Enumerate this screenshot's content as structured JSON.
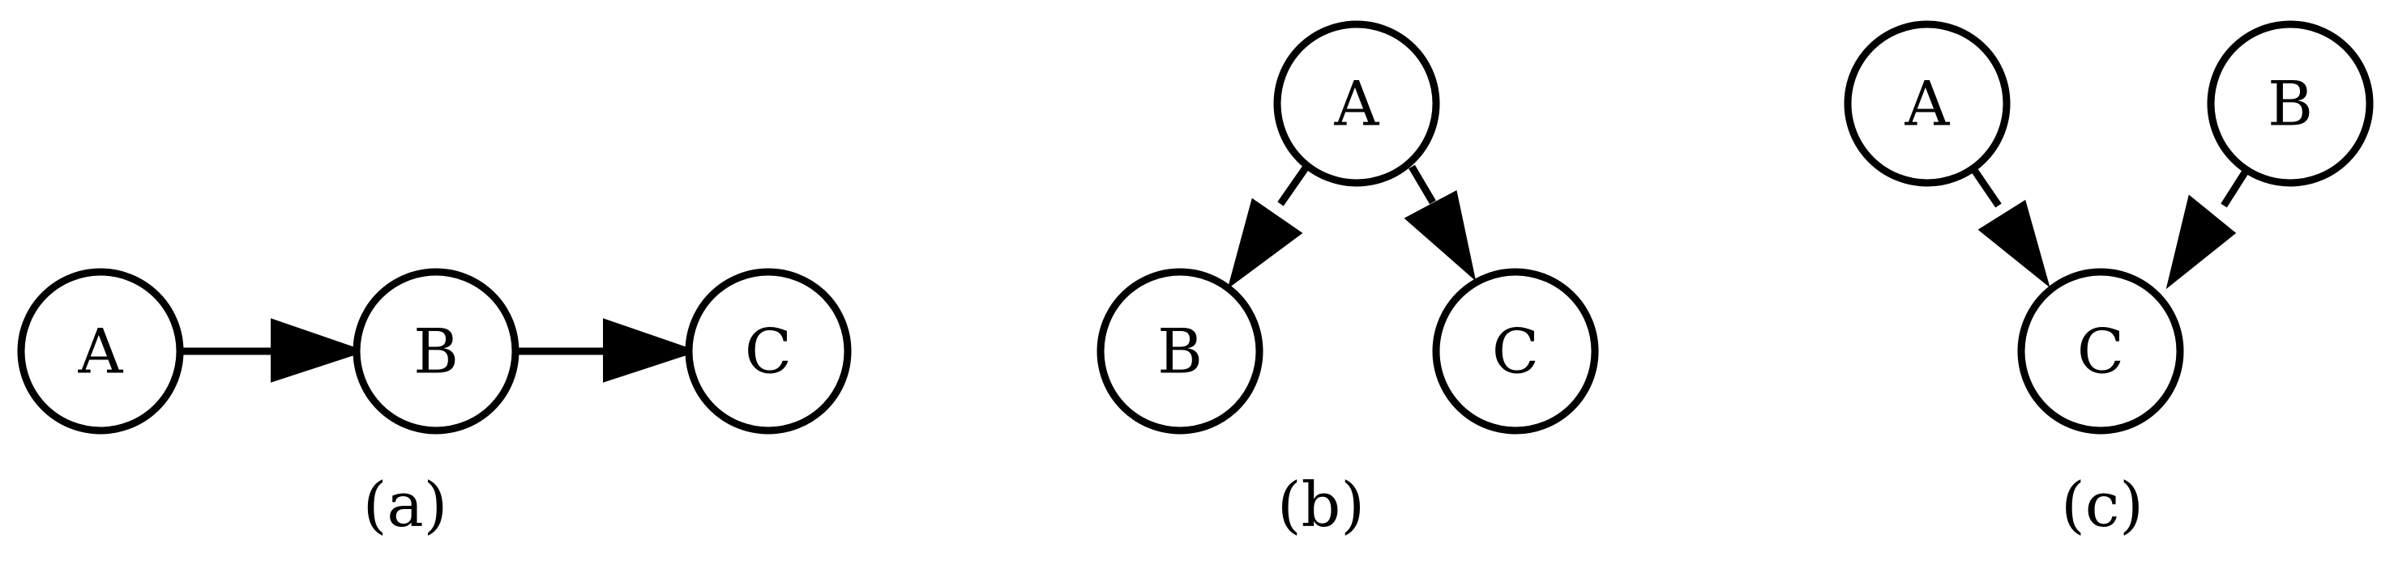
{
  "panels": [
    {
      "caption": "(a)",
      "nodes": {
        "a": "A",
        "b": "B",
        "c": "C"
      }
    },
    {
      "caption": "(b)",
      "nodes": {
        "a": "A",
        "b": "B",
        "c": "C"
      }
    },
    {
      "caption": "(c)",
      "nodes": {
        "a": "A",
        "b": "B",
        "c": "C"
      }
    }
  ]
}
